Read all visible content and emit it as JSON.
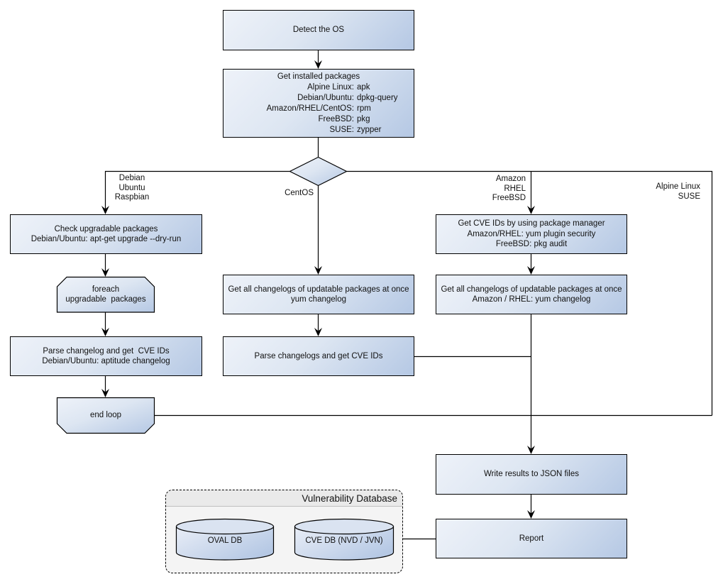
{
  "diagram": {
    "nodes": {
      "detect_os": {
        "lines": [
          "Detect the OS"
        ]
      },
      "get_installed_packages": {
        "title": "Get installed packages",
        "rows": [
          {
            "label": "Alpine Linux:",
            "value": "apk"
          },
          {
            "label": "Debian/Ubuntu:",
            "value": "dpkg-query"
          },
          {
            "label": "Amazon/RHEL/CentOS:",
            "value": "rpm"
          },
          {
            "label": "FreeBSD:",
            "value": "pkg"
          },
          {
            "label": "SUSE:",
            "value": "zypper"
          }
        ]
      },
      "check_upgradable_packages": {
        "lines": [
          "Check upgradable packages",
          "Debian/Ubuntu: apt-get upgrade --dry-run"
        ]
      },
      "foreach_loop": {
        "lines": [
          "foreach",
          "upgradable  packages"
        ]
      },
      "parse_changelog_deb": {
        "lines": [
          "Parse changelog and get  CVE IDs",
          "Debian/Ubuntu: aptitude changelog"
        ]
      },
      "end_loop": {
        "lines": [
          "end loop"
        ]
      },
      "get_changelogs_centos": {
        "lines": [
          "Get all changelogs of updatable packages at once",
          "yum changelog"
        ]
      },
      "parse_changelogs_centos": {
        "lines": [
          "Parse changelogs and get CVE IDs"
        ]
      },
      "get_cve_ids_pkg_mgr": {
        "lines": [
          "Get CVE IDs by using package manager",
          "Amazon/RHEL: yum plugin security",
          "FreeBSD: pkg audit"
        ]
      },
      "get_changelogs_amazon": {
        "lines": [
          "Get all changelogs of updatable packages at once",
          "Amazon / RHEL: yum changelog"
        ]
      },
      "write_results": {
        "lines": [
          "Write results to JSON files"
        ]
      },
      "report": {
        "lines": [
          "Report"
        ]
      }
    },
    "branch_labels": {
      "debian": {
        "lines": [
          "Debian",
          "Ubuntu",
          "Raspbian"
        ]
      },
      "centos": {
        "lines": [
          "CentOS"
        ]
      },
      "amazon": {
        "lines": [
          "Amazon",
          "RHEL",
          "FreeBSD"
        ]
      },
      "alpine": {
        "lines": [
          "Alpine Linux",
          "SUSE"
        ]
      }
    },
    "vulnerability_database": {
      "title": "Vulnerability Database",
      "databases": [
        "OVAL DB",
        "CVE DB (NVD / JVN)"
      ]
    },
    "colors": {
      "node_gradient_start": "#eef2f9",
      "node_gradient_end": "#b5c8e4",
      "node_border": "#000000",
      "connector": "#000000",
      "db_panel_bg": "#f4f4f4",
      "db_panel_titlebar_bg": "#eaeaea",
      "cylinder_top": "#dae3f1"
    }
  }
}
